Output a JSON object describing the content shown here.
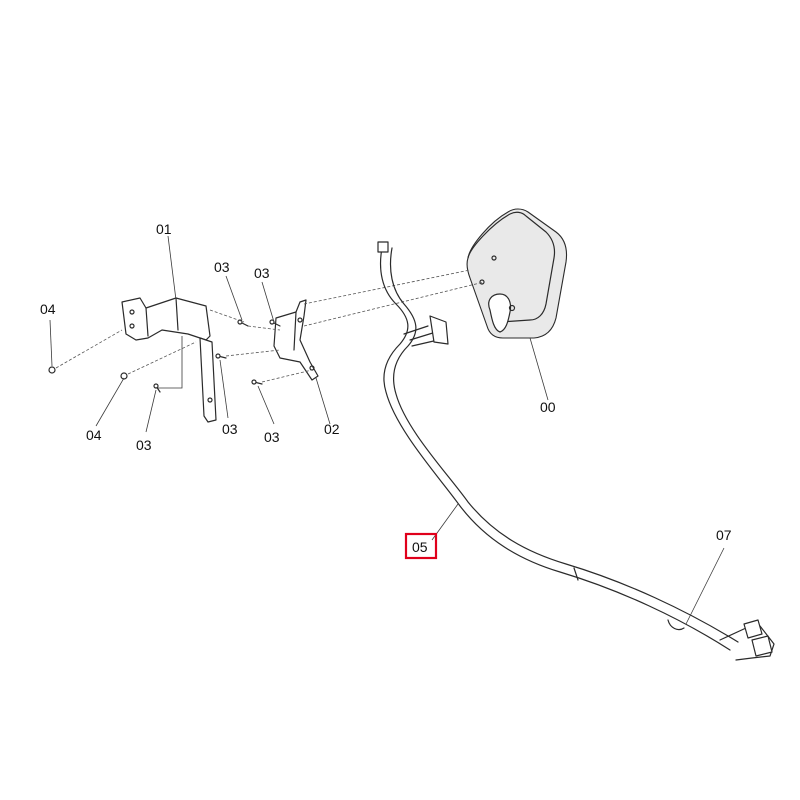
{
  "labels": {
    "p00": "00",
    "p01": "01",
    "p02": "02",
    "p03_a": "03",
    "p03_b": "03",
    "p03_c": "03",
    "p03_d": "03",
    "p03_e": "03",
    "p04_a": "04",
    "p04_b": "04",
    "p05": "05",
    "p07": "07"
  },
  "colors": {
    "line": "#2b2b2b",
    "highlight": "#e0001b",
    "background": "#ffffff"
  }
}
